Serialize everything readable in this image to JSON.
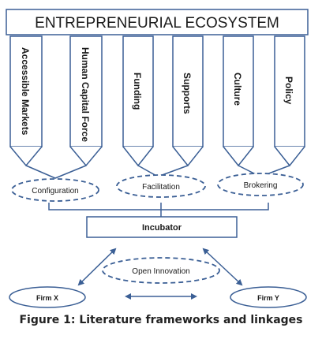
{
  "title": "ENTREPRENEURIAL ECOSYSTEM",
  "pillars": [
    "Accessible Markets",
    "Human Capital Force",
    "Funding",
    "Supports",
    "Culture",
    "Policy"
  ],
  "mechanisms": [
    "Configuration",
    "Facilitation",
    "Brokering"
  ],
  "incubator": "Incubator",
  "open_innovation": "Open Innovation",
  "firms": [
    "Firm X",
    "Firm Y"
  ],
  "caption": "Figure 1: Literature frameworks and linkages",
  "colors": {
    "line": "#3b5f95",
    "text": "#1a1a1a"
  }
}
